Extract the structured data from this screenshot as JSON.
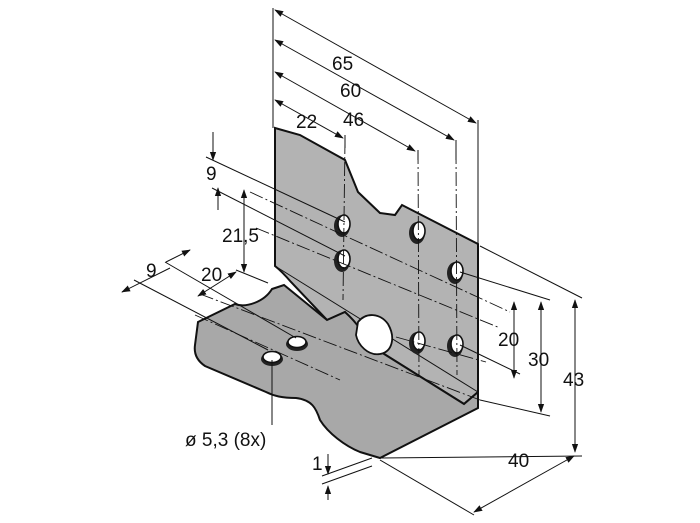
{
  "drawing": {
    "dimensions": {
      "width_65": "65",
      "width_60": "60",
      "offset_22": "22",
      "offset_46": "46",
      "top_9": "9",
      "height_21_5": "21,5",
      "bottom_9": "9",
      "bottom_20": "20",
      "right_20": "20",
      "right_30": "30",
      "height_43": "43",
      "thickness_1": "1",
      "depth_40": "40"
    },
    "hole_callout": "ø 5,3 (8x)"
  }
}
